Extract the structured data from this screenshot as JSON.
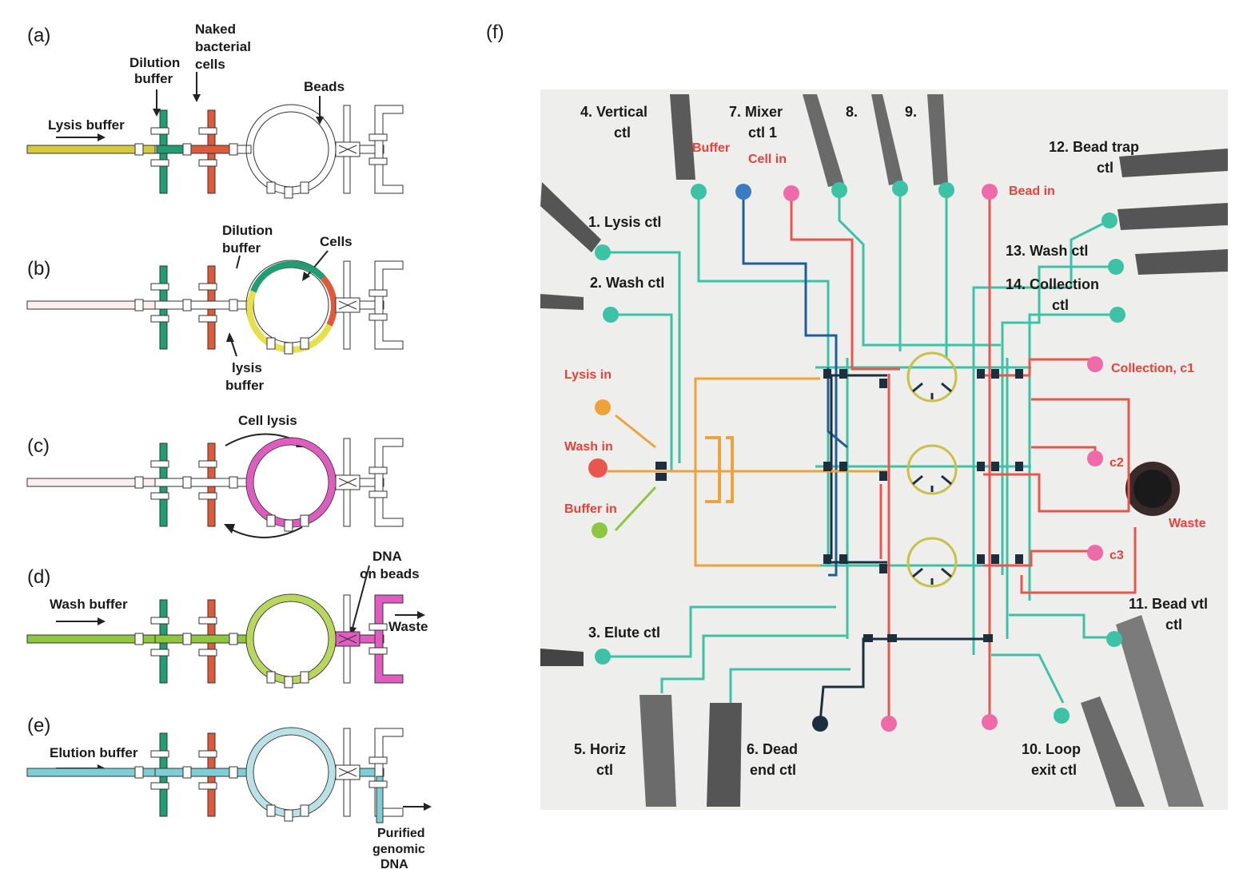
{
  "panels": {
    "a": {
      "letter": "(a)",
      "flow_label": "Lysis buffer",
      "dilution_label": [
        "Dilution",
        "buffer"
      ],
      "cells_label": [
        "Naked",
        "bacterial",
        "cells"
      ],
      "beads_label": "Beads"
    },
    "b": {
      "letter": "(b)",
      "dilution_label": [
        "Dilution",
        "buffer"
      ],
      "cells_label": "Cells",
      "lysis_label": [
        "lysis",
        "buffer"
      ]
    },
    "c": {
      "letter": "(c)",
      "action_label": "Cell lysis"
    },
    "d": {
      "letter": "(d)",
      "flow_label": "Wash buffer",
      "dna_label": [
        "DNA",
        "on beads"
      ],
      "waste_label": "Waste"
    },
    "e": {
      "letter": "(e)",
      "flow_label": "Elution buffer",
      "out_label": [
        "Purified",
        "genomic",
        "DNA"
      ]
    },
    "f": {
      "letter": "(f)",
      "control_labels": {
        "vertical": [
          "4. Vertical",
          "ctl"
        ],
        "mixer": [
          "7. Mixer",
          "ctl 1"
        ],
        "c8": "8.",
        "c9": "9.",
        "bead_trap": [
          "12. Bead trap",
          "ctl"
        ],
        "lysis": "1. Lysis ctl",
        "wash": "2. Wash ctl",
        "wash13": "13. Wash ctl",
        "collection": [
          "14. Collection",
          "ctl"
        ],
        "elute": "3. Elute ctl",
        "bead_vtl": [
          "11. Bead vtl",
          "ctl"
        ],
        "horiz": [
          "5. Horiz",
          "ctl"
        ],
        "dead_end": [
          "6. Dead",
          "end ctl"
        ],
        "loop_exit": [
          "10. Loop",
          "exit ctl"
        ]
      },
      "port_labels": {
        "buffer": "Buffer",
        "cell_in": "Cell in",
        "bead_in": "Bead in",
        "lysis_in": "Lysis in",
        "wash_in": "Wash in",
        "buffer_in": "Buffer in",
        "collection_c1": "Collection, c1",
        "c2": "c2",
        "c3": "c3",
        "waste": "Waste"
      }
    }
  },
  "colors": {
    "lysis": "#d8c93a",
    "dilution": "#1f9e74",
    "cells": "#e05a3a",
    "lysing": "#e05cc0",
    "wash": "#8ec63f",
    "elution": "#7ccfd6",
    "green_ctl": "#3cc2a4",
    "blue_ctl": "#1e5f99",
    "red_fluid": "#e8574e",
    "orange_fluid": "#f0a23a",
    "dark_ctl": "#1b2f3f",
    "photo_bg": "#ececea"
  }
}
